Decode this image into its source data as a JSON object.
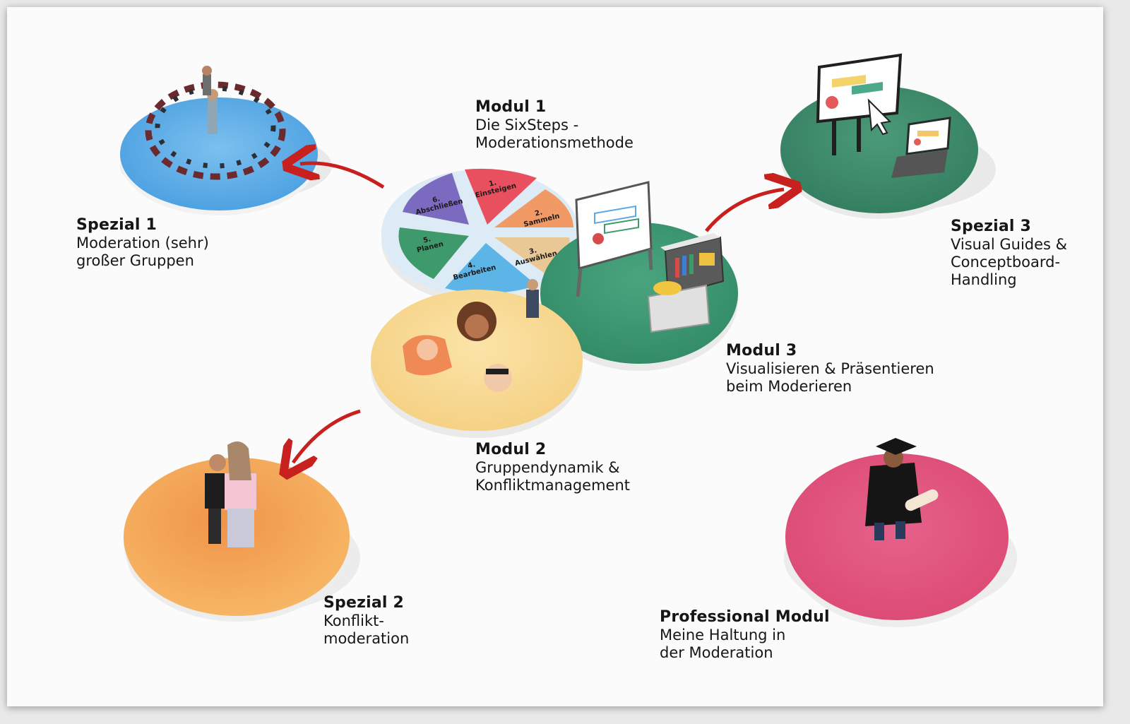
{
  "modules": {
    "modul1": {
      "title": "Modul 1",
      "description": "Die SixSteps -\nModerationsmethode"
    },
    "modul2": {
      "title": "Modul 2",
      "description": "Gruppendynamik &\nKonfliktmanagement"
    },
    "modul3": {
      "title": "Modul 3",
      "description": "Visualisieren & Präsentieren\nbeim Moderieren"
    },
    "spezial1": {
      "title": "Spezial 1",
      "description": "Moderation (sehr)\ngroßer Gruppen"
    },
    "spezial2": {
      "title": "Spezial 2",
      "description": "Konflikt-\nmoderation"
    },
    "spezial3": {
      "title": "Spezial 3",
      "description": "Visual Guides &\nConceptboard-\nHandling"
    },
    "professional": {
      "title": "Professional Modul",
      "description": "Meine Haltung in\nder Moderation"
    }
  },
  "sixsteps": {
    "step1": "1.\nEinsteigen",
    "step2": "2.\nSammeln",
    "step3": "3.\nAuswählen",
    "step4": "4.\nBearbeiten",
    "step5": "5.\nPlanen",
    "step6": "6.\nAbschließen"
  },
  "colors": {
    "spezial1_platform": "#5aa9e6",
    "modul1_platform": "#d9e9f5",
    "modul2_platform": "#f7d98e",
    "modul3_platform": "#3f9a74",
    "spezial3_platform": "#3d8a68",
    "spezial2_platform": "#f3a04a",
    "professional_platform": "#e0507a",
    "arrow": "#c8201e",
    "step1": "#e9505f",
    "step2": "#f19a65",
    "step3": "#e9c895",
    "step4": "#5db4e6",
    "step5": "#3f9a6b",
    "step6": "#7a6ac0"
  }
}
